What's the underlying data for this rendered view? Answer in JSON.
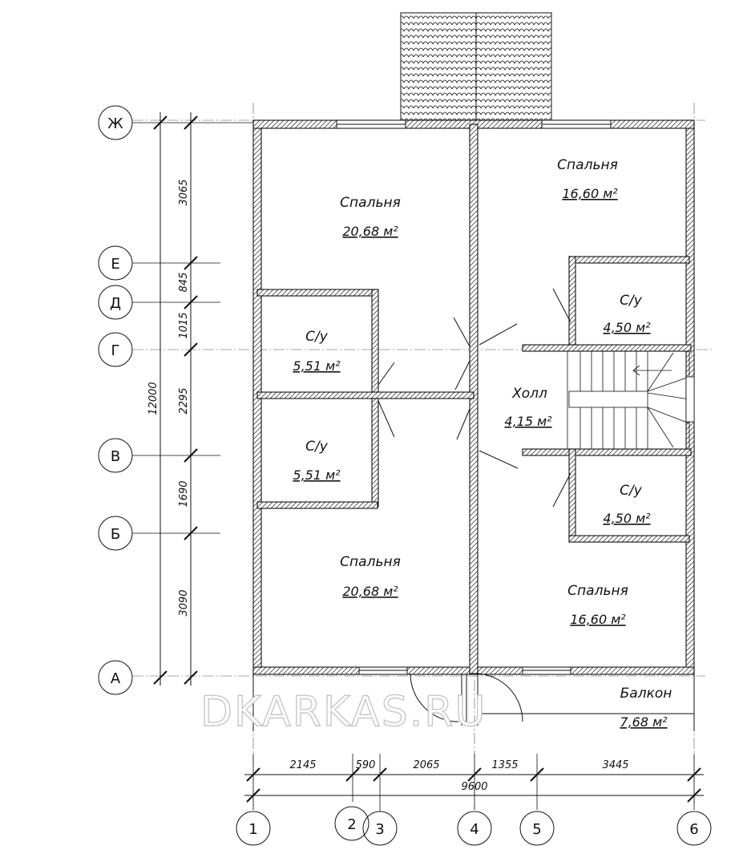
{
  "rooms": [
    {
      "name": "Спальня",
      "area": "20,68 м²"
    },
    {
      "name": "Спальня",
      "area": "16,60 м²"
    },
    {
      "name": "С/у",
      "area": "5,51 м²"
    },
    {
      "name": "С/у",
      "area": "5,51 м²"
    },
    {
      "name": "С/у",
      "area": "4,50 м²"
    },
    {
      "name": "Холл",
      "area": "4,15 м²"
    },
    {
      "name": "С/у",
      "area": "4,50 м²"
    },
    {
      "name": "Спальня",
      "area": "20,68 м²"
    },
    {
      "name": "Спальня",
      "area": "16,60 м²"
    },
    {
      "name": "Балкон",
      "area": "7,68 м²"
    }
  ],
  "row_axes": [
    "Ж",
    "Е",
    "Д",
    "Г",
    "В",
    "Б",
    "А"
  ],
  "col_axes": [
    "1",
    "2",
    "3",
    "4",
    "5",
    "6"
  ],
  "vertical_dims": [
    "3065",
    "845",
    "1015",
    "2295",
    "1690",
    "3090"
  ],
  "vertical_total": "12000",
  "horizontal_dims": [
    "2145",
    "590",
    "2065",
    "1355",
    "3445"
  ],
  "horizontal_total": "9600",
  "watermark": "DKARKAS.RU"
}
